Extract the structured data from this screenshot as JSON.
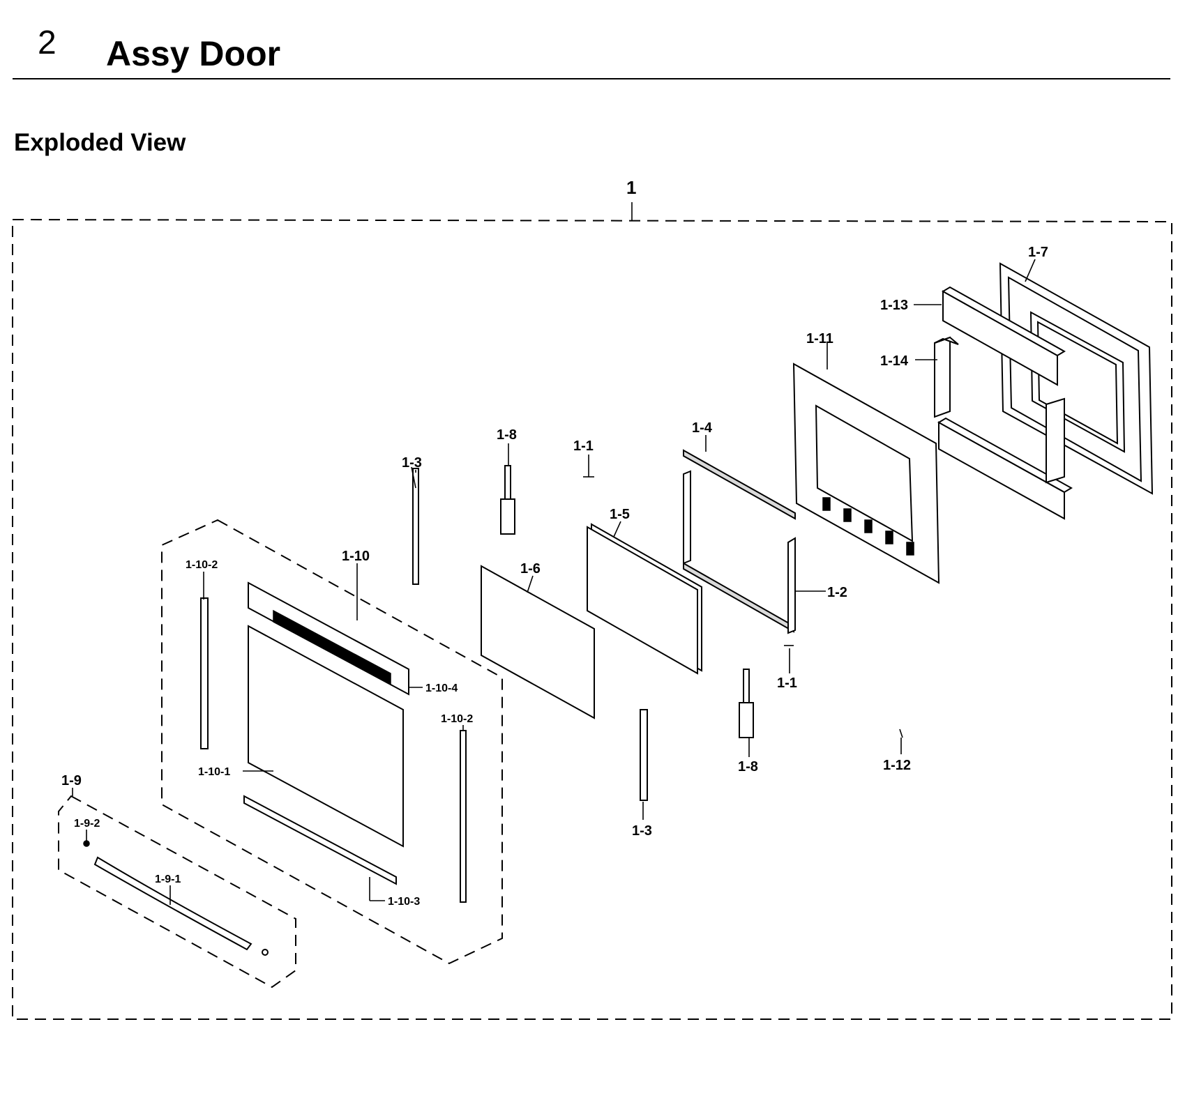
{
  "header": {
    "section_number": "2",
    "section_title": "Assy Door"
  },
  "view_title": "Exploded View",
  "diagram": {
    "labels": {
      "assembly": "1",
      "l_1_7": "1-7",
      "l_1_13": "1-13",
      "l_1_11": "1-11",
      "l_1_14": "1-14",
      "l_1_8_top": "1-8",
      "l_1_1_top": "1-1",
      "l_1_4": "1-4",
      "l_1_3_top": "1-3",
      "l_1_5": "1-5",
      "l_1_10_2_left": "1-10-2",
      "l_1_10": "1-10",
      "l_1_6": "1-6",
      "l_1_2": "1-2",
      "l_1_10_4": "1-10-4",
      "l_1_1_bottom": "1-1",
      "l_1_10_2_right": "1-10-2",
      "l_1_12": "1-12",
      "l_1_8_bottom": "1-8",
      "l_1_10_1": "1-10-1",
      "l_1_9": "1-9",
      "l_1_9_2": "1-9-2",
      "l_1_3_bottom": "1-3",
      "l_1_9_1": "1-9-1",
      "l_1_10_3": "1-10-3"
    }
  }
}
